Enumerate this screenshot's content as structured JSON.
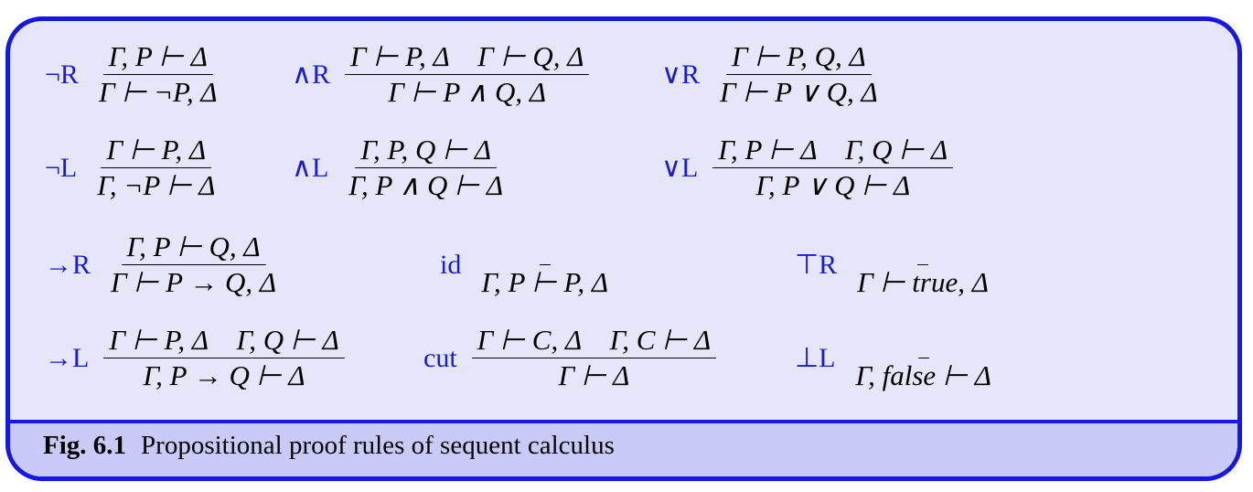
{
  "rules": [
    {
      "label": "¬R",
      "premise": "Γ, P ⊢ Δ",
      "conclusion": "Γ ⊢ ¬P, Δ"
    },
    {
      "label": "∧R",
      "premise": "Γ ⊢ P, Δ    Γ ⊢ Q, Δ",
      "conclusion": "Γ ⊢ P ∧ Q, Δ"
    },
    {
      "label": "∨R",
      "premise": "Γ ⊢ P, Q, Δ",
      "conclusion": "Γ ⊢ P ∨ Q, Δ"
    },
    {
      "label": "¬L",
      "premise": "Γ ⊢ P, Δ",
      "conclusion": "Γ, ¬P ⊢ Δ"
    },
    {
      "label": "∧L",
      "premise": "Γ, P, Q ⊢ Δ",
      "conclusion": "Γ, P ∧ Q ⊢ Δ"
    },
    {
      "label": "∨L",
      "premise": "Γ, P ⊢ Δ    Γ, Q ⊢ Δ",
      "conclusion": "Γ, P ∨ Q ⊢ Δ"
    },
    {
      "label": "→R",
      "premise": "Γ, P ⊢ Q, Δ",
      "conclusion": "Γ ⊢ P → Q, Δ"
    },
    {
      "label": "id",
      "premise": "",
      "conclusion": "Γ, P ⊢ P, Δ"
    },
    {
      "label": "⊤R",
      "premise": "",
      "conclusion": "Γ ⊢ true, Δ"
    },
    {
      "label": "→L",
      "premise": "Γ ⊢ P, Δ    Γ, Q ⊢ Δ",
      "conclusion": "Γ, P → Q ⊢ Δ"
    },
    {
      "label": "cut",
      "premise": "Γ ⊢ C, Δ    Γ, C ⊢ Δ",
      "conclusion": "Γ ⊢ Δ"
    },
    {
      "label": "⊥L",
      "premise": "",
      "conclusion": "Γ, false ⊢ Δ"
    }
  ],
  "caption": {
    "number": "Fig. 6.1",
    "text": "Propositional proof rules of sequent calculus"
  },
  "colors": {
    "border": "#1616e8",
    "panel": "#e6e6fb",
    "caption_bg": "#cacaf7",
    "label": "#1a1ad8"
  }
}
